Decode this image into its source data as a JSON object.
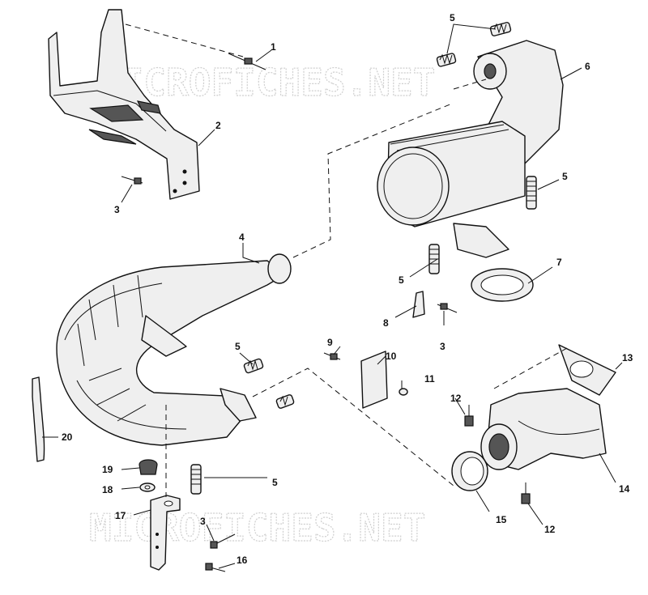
{
  "watermark": "MICROFICHES.NET",
  "callouts": [
    {
      "id": "c1",
      "label": "1"
    },
    {
      "id": "c2",
      "label": "2"
    },
    {
      "id": "c3a",
      "label": "3"
    },
    {
      "id": "c4",
      "label": "4"
    },
    {
      "id": "c5a",
      "label": "5"
    },
    {
      "id": "c6",
      "label": "6"
    },
    {
      "id": "c5b",
      "label": "5"
    },
    {
      "id": "c5c",
      "label": "5"
    },
    {
      "id": "c7",
      "label": "7"
    },
    {
      "id": "c8",
      "label": "8"
    },
    {
      "id": "c3b",
      "label": "3"
    },
    {
      "id": "c5d",
      "label": "5"
    },
    {
      "id": "c9",
      "label": "9"
    },
    {
      "id": "c10",
      "label": "10"
    },
    {
      "id": "c11",
      "label": "11"
    },
    {
      "id": "c12a",
      "label": "12"
    },
    {
      "id": "c13",
      "label": "13"
    },
    {
      "id": "c20",
      "label": "20"
    },
    {
      "id": "c19",
      "label": "19"
    },
    {
      "id": "c18",
      "label": "18"
    },
    {
      "id": "c5e",
      "label": "5"
    },
    {
      "id": "c17",
      "label": "17"
    },
    {
      "id": "c3c",
      "label": "3"
    },
    {
      "id": "c16",
      "label": "16"
    },
    {
      "id": "c15",
      "label": "15"
    },
    {
      "id": "c14",
      "label": "14"
    },
    {
      "id": "c12b",
      "label": "12"
    }
  ]
}
